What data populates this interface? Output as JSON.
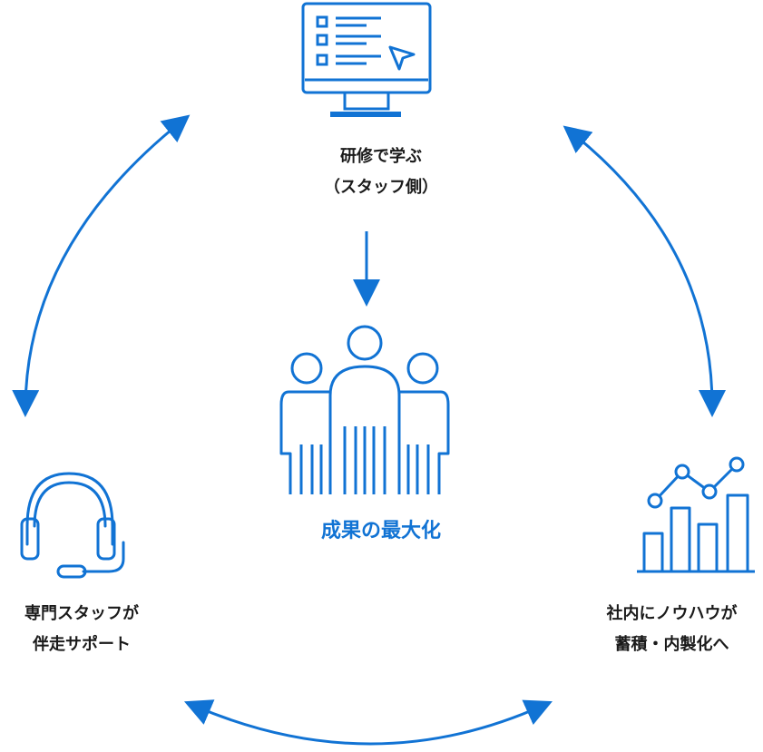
{
  "colors": {
    "accent": "#1173D4",
    "text": "#1a1a1a",
    "background": "#ffffff"
  },
  "nodes": {
    "top": {
      "line1": "研修で学ぶ",
      "line2": "（スタッフ側）",
      "icon": "monitor-checklist-icon"
    },
    "left": {
      "line1": "専門スタッフが",
      "line2": "伴走サポート",
      "icon": "headset-icon"
    },
    "right": {
      "line1": "社内にノウハウが",
      "line2": "蓄積・内製化へ",
      "icon": "bar-line-chart-icon"
    },
    "center": {
      "label": "成果の最大化",
      "icon": "team-group-icon"
    }
  }
}
